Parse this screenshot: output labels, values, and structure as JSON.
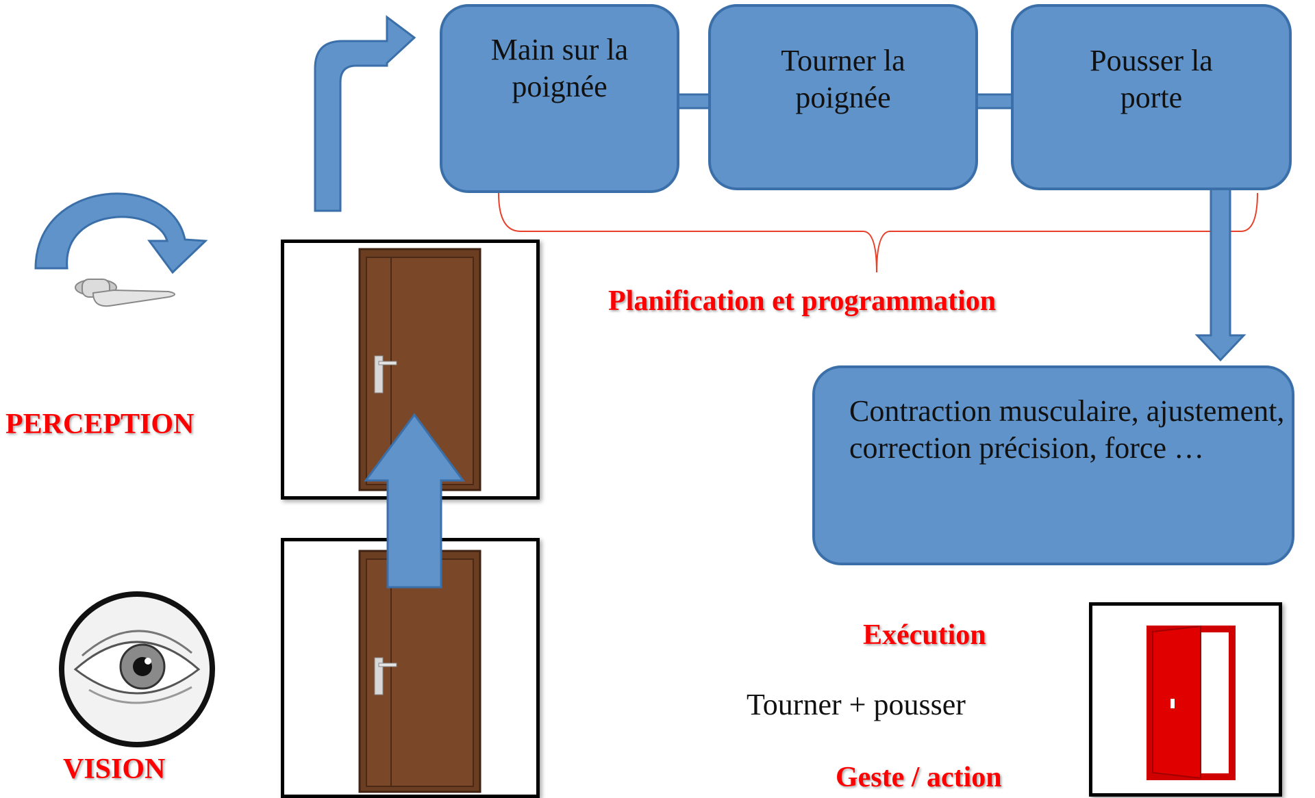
{
  "flow": {
    "step1": "Main sur la\npoignée",
    "step2": "Tourner la\npoignée",
    "step3": "Pousser la\nporte",
    "motor": "Contraction musculaire, ajustement,\ncorrection précision, force …"
  },
  "labels": {
    "perception": "PERCEPTION",
    "vision": "VISION",
    "planning": "Planification et programmation",
    "execution": "Exécution",
    "gesture": "Geste / action",
    "action_text": "Tourner + pousser"
  },
  "colors": {
    "box_fill": "#5f93c9",
    "box_border": "#3a6fa9",
    "label_red": "#ff0000",
    "bracket": "#e8402a",
    "door_wood": "#6b3e22",
    "open_door_red": "#e00000"
  },
  "icons": [
    "door-handle-icon",
    "eye-icon",
    "closed-door-icon",
    "open-door-icon"
  ]
}
